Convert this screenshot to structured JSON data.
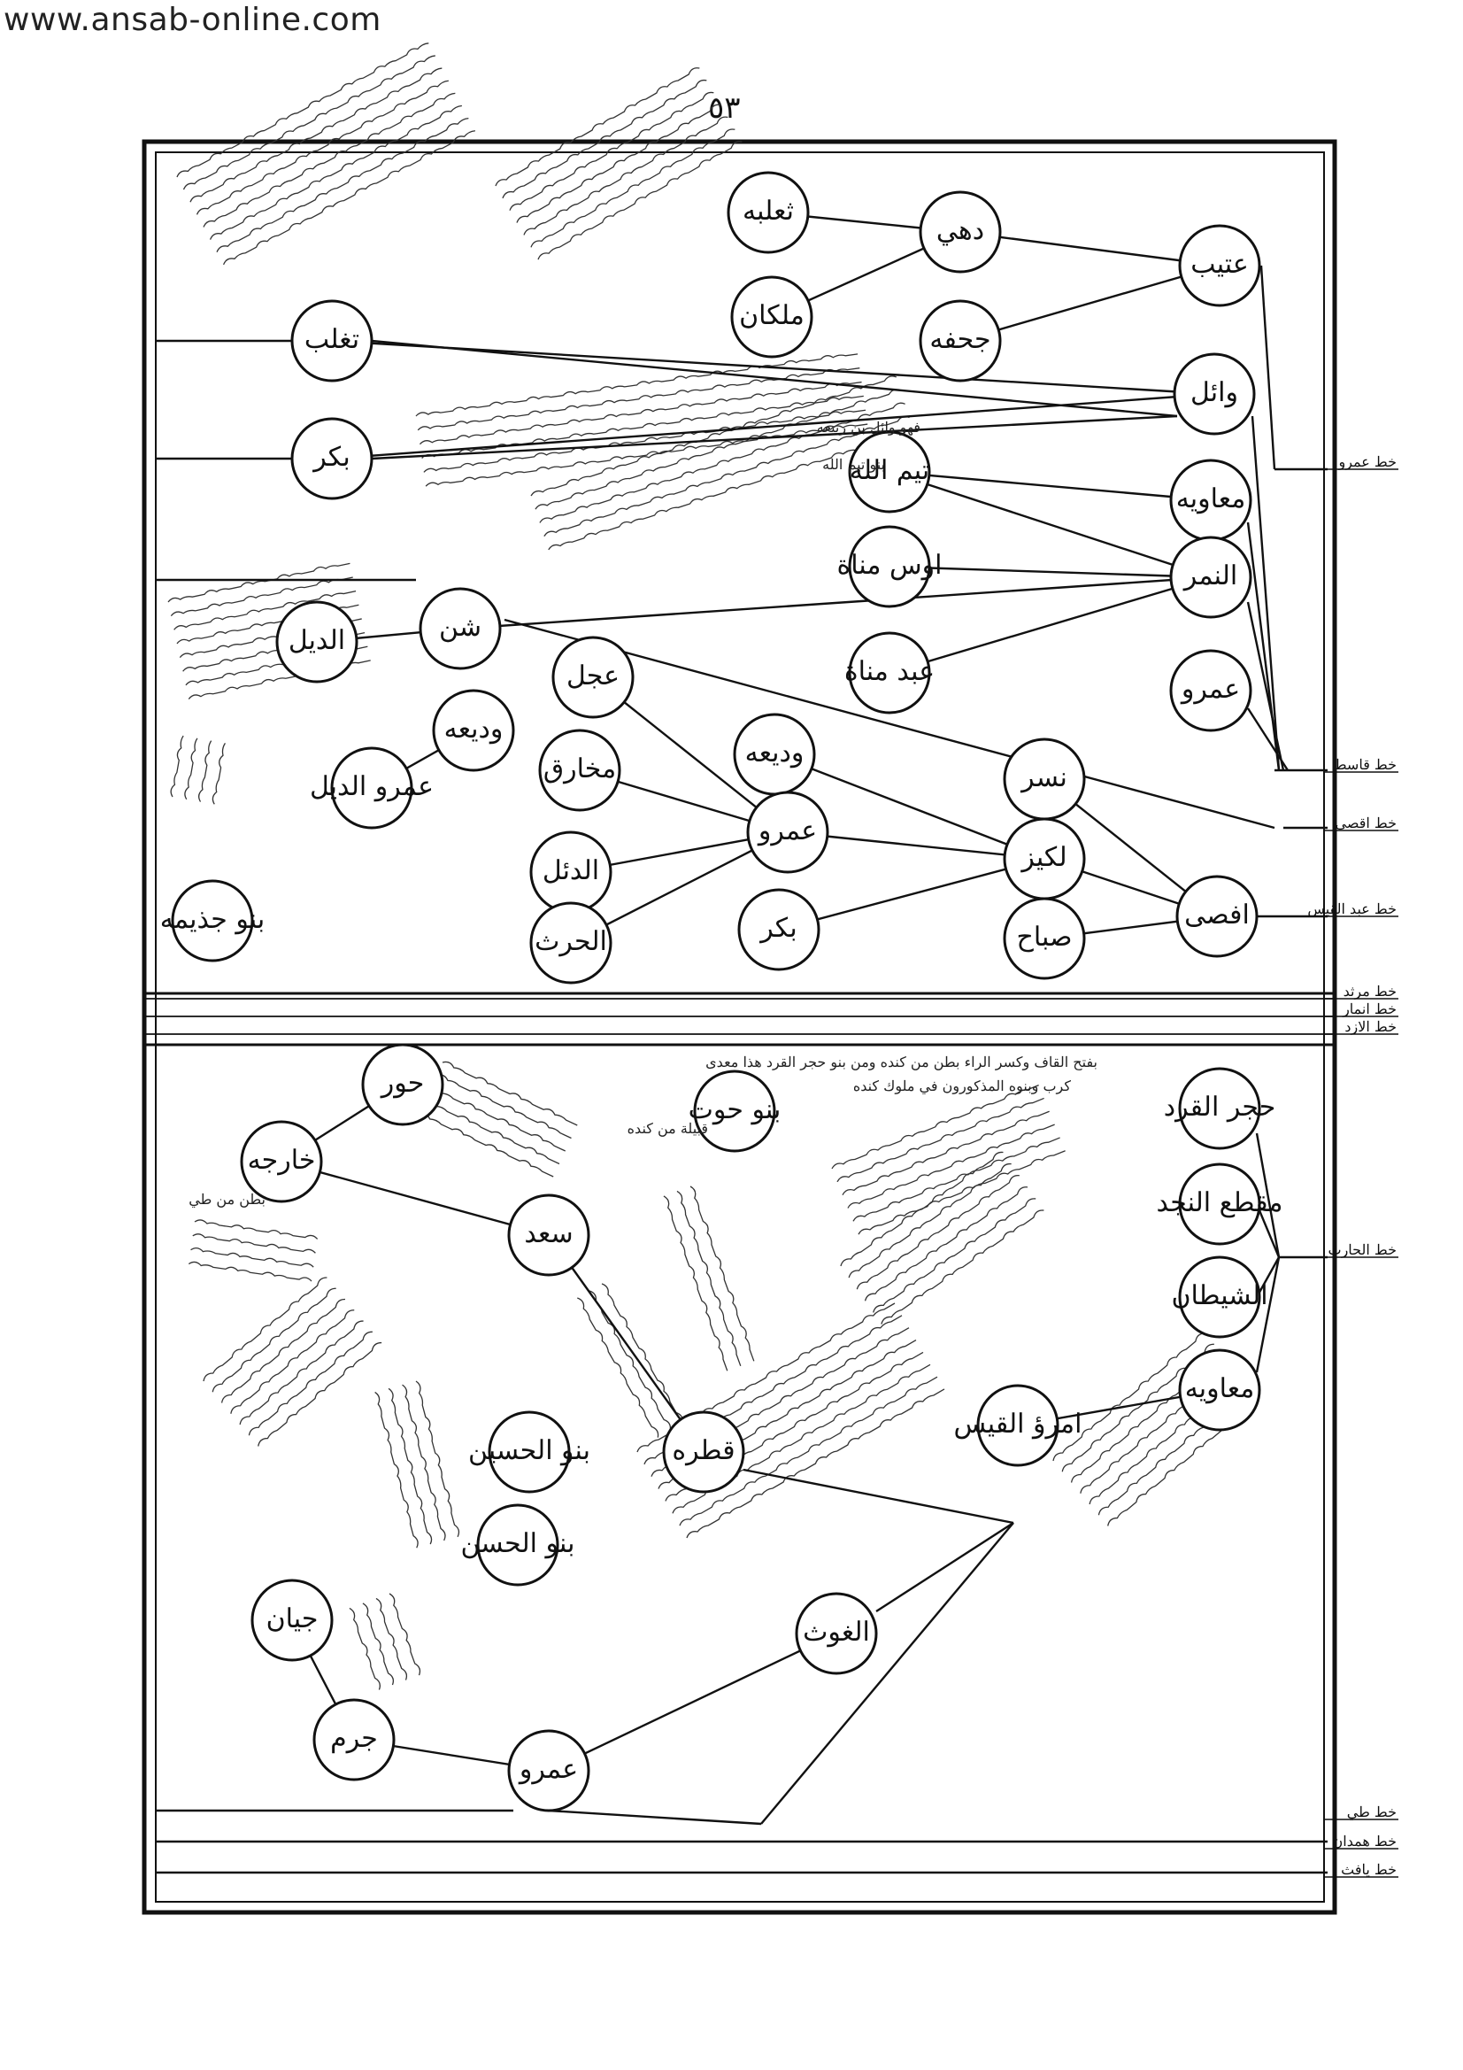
{
  "header": {
    "url": "www.ansab-online.com",
    "page_number": "٥٣"
  },
  "top_panel": {
    "nodes": [
      {
        "id": "otayb",
        "label": "عتيب"
      },
      {
        "id": "dahi",
        "label": "دهي"
      },
      {
        "id": "thaalaba",
        "label": "ثعلبه"
      },
      {
        "id": "malkan",
        "label": "ملكان"
      },
      {
        "id": "jahfa",
        "label": "جحفه"
      },
      {
        "id": "wail",
        "label": "وائل"
      },
      {
        "id": "taghlib",
        "label": "تغلب"
      },
      {
        "id": "bakr",
        "label": "بكر"
      },
      {
        "id": "muawiya",
        "label": "معاويه"
      },
      {
        "id": "taym",
        "label": "تيم الله"
      },
      {
        "id": "namir",
        "label": "النمر"
      },
      {
        "id": "awsmanat",
        "label": "اوس مناة"
      },
      {
        "id": "abdmanat",
        "label": "عبد مناة"
      },
      {
        "id": "amr1",
        "label": "عمرو"
      },
      {
        "id": "shann",
        "label": "شن"
      },
      {
        "id": "duyl",
        "label": "الديل"
      },
      {
        "id": "wadia1",
        "label": "وديعه"
      },
      {
        "id": "amr_duyl",
        "label": "عمرو الديل"
      },
      {
        "id": "banu_judhayma",
        "label": "بنو جذيمه"
      },
      {
        "id": "ijl",
        "label": "عجل"
      },
      {
        "id": "mukhariq",
        "label": "مخارق"
      },
      {
        "id": "dail",
        "label": "الدئل"
      },
      {
        "id": "harith",
        "label": "الحرث"
      },
      {
        "id": "wadia2",
        "label": "وديعه"
      },
      {
        "id": "amr2",
        "label": "عمرو"
      },
      {
        "id": "bakr2",
        "label": "بكر"
      },
      {
        "id": "nasr",
        "label": "نسر"
      },
      {
        "id": "lukayz",
        "label": "لكيز"
      },
      {
        "id": "sabah",
        "label": "صباح"
      },
      {
        "id": "afsa",
        "label": "افصى"
      }
    ],
    "edges": [
      [
        "dahi",
        "thaalaba"
      ],
      [
        "dahi",
        "malkan"
      ],
      [
        "otayb",
        "dahi"
      ],
      [
        "otayb",
        "jahfa"
      ],
      [
        "wail",
        "taghlib"
      ],
      [
        "wail",
        "bakr"
      ],
      [
        "muawiya",
        "taym"
      ],
      [
        "namir",
        "taym"
      ],
      [
        "namir",
        "awsmanat"
      ],
      [
        "namir",
        "abdmanat"
      ],
      [
        "namir",
        "shann"
      ],
      [
        "shann",
        "duyl"
      ],
      [
        "wadia1",
        "amr_duyl"
      ],
      [
        "amr2",
        "ijl"
      ],
      [
        "amr2",
        "mukhariq"
      ],
      [
        "amr2",
        "dail"
      ],
      [
        "amr2",
        "harith"
      ],
      [
        "lukayz",
        "wadia2"
      ],
      [
        "lukayz",
        "amr2"
      ],
      [
        "lukayz",
        "bakr2"
      ],
      [
        "afsa",
        "nasr"
      ],
      [
        "afsa",
        "lukayz"
      ],
      [
        "afsa",
        "sabah"
      ]
    ],
    "notes": [
      "فهو وائل بن ربيعه",
      "بنو تيم الله"
    ]
  },
  "bottom_panel": {
    "header_note_1": "بفتح القاف وكسر الراء بطن من كنده ومن بنو حجر القرد هذا معدى",
    "header_note_2": "كرب وبنوه المذكورون في ملوك كنده",
    "nodes": [
      {
        "id": "hur",
        "label": "حور"
      },
      {
        "id": "kharija",
        "label": "خارجه"
      },
      {
        "id": "saad",
        "label": "سعد"
      },
      {
        "id": "banu_hawt",
        "label": "بنو حوت"
      },
      {
        "id": "hujr",
        "label": "حجر القرد"
      },
      {
        "id": "muqatta",
        "label": "مقطع النجد"
      },
      {
        "id": "shaytan",
        "label": "الشيطان"
      },
      {
        "id": "muawiya2",
        "label": "معاويه"
      },
      {
        "id": "imru",
        "label": "امرؤ القيس"
      },
      {
        "id": "qutra",
        "label": "قطره"
      },
      {
        "id": "banu_husayn",
        "label": "بنو الحسين"
      },
      {
        "id": "banu_hasan",
        "label": "بنو الحسن"
      },
      {
        "id": "ghawth",
        "label": "الغوث"
      },
      {
        "id": "jiyan",
        "label": "جيان"
      },
      {
        "id": "jarm",
        "label": "جرم"
      },
      {
        "id": "amr3",
        "label": "عمرو"
      }
    ],
    "edges": [
      [
        "kharija",
        "hur"
      ],
      [
        "kharija",
        "saad"
      ],
      [
        "saad",
        "qutra"
      ],
      [
        "muawiya2",
        "imru"
      ],
      [
        "jarm",
        "jiyan"
      ],
      [
        "amr3",
        "jarm"
      ],
      [
        "ghawth",
        "amr3"
      ]
    ],
    "notes": [
      "بطن من طي",
      "قبيلة من كنده"
    ]
  },
  "rail_labels": [
    "خط عمرو",
    "خط قاسط",
    "خط اقصى",
    "خط عبد القيس",
    "خط مرثد",
    "خط انمار",
    "خط الازد",
    "خط الحارث",
    "خط طي",
    "خط همدان",
    "خط يافث"
  ]
}
